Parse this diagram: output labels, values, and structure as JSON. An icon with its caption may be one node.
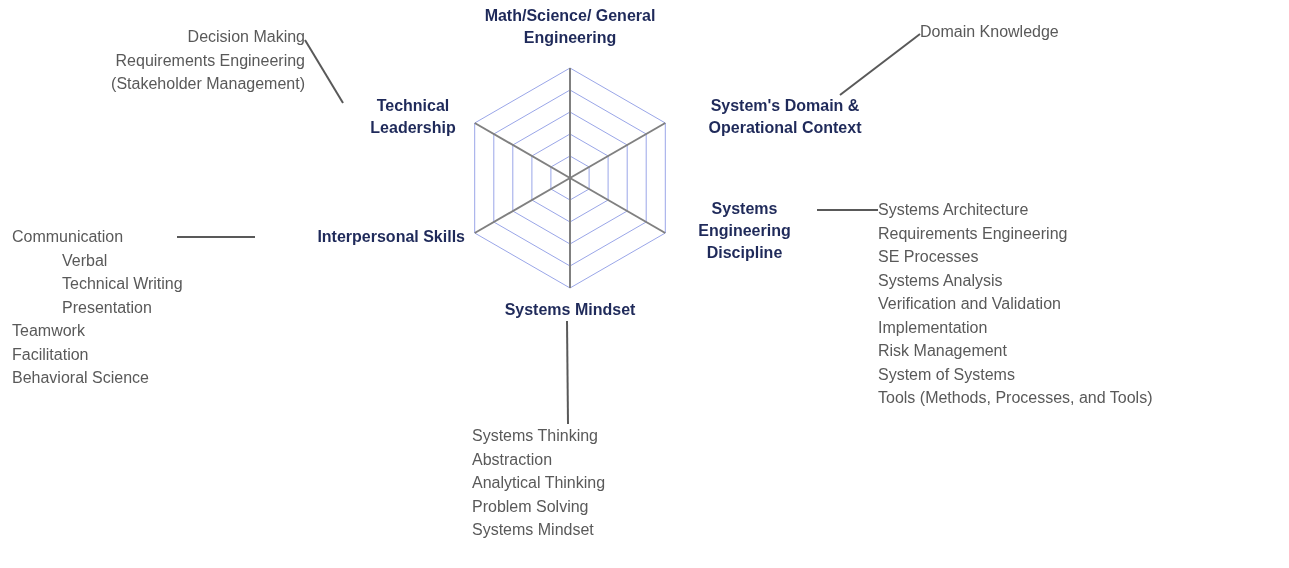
{
  "diagram": {
    "nodes": [
      {
        "text": [
          "Decision Making",
          "Requirements Engineering (Stakeholder Management)"
        ]
      },
      {
        "text": [
          "Math/Science/ General Engineering"
        ]
      },
      {
        "text": [
          "Domain Knowledge"
        ]
      },
      {
        "text": [
          "Technical Leadership"
        ]
      },
      {
        "text": [
          "System's Domain & Operational Context"
        ]
      },
      {
        "text": [
          "Communication",
          "Verbal",
          "Technical Writing",
          "Presentation",
          "Teamwork",
          "Facilitation",
          "Behavioral Science"
        ]
      },
      {
        "text": [
          "Interpersonal Skills"
        ]
      },
      {
        "text": [
          "Systems Engineering Discipline"
        ]
      },
      {
        "text": [
          "Systems Architecture",
          "Requirements Engineering",
          "SE Processes",
          "Systems Analysis",
          "Verification and Validation",
          "Implementation",
          "Risk Management",
          "System of Systems",
          "Tools (Methods, Processes, and Tools)"
        ]
      },
      {
        "text": [
          "Systems Mindset"
        ]
      },
      {
        "text": [
          "Systems Thinking",
          "Abstraction",
          "Analytical Thinking",
          "Problem Solving",
          "Systems Mindset"
        ]
      }
    ],
    "edges": [
      {
        "from": 0,
        "to": 3,
        "arrow": "none"
      },
      {
        "from": 2,
        "to": 4,
        "arrow": "none"
      },
      {
        "from": 5,
        "to": 6,
        "arrow": "none"
      },
      {
        "from": 8,
        "to": 7,
        "arrow": "none"
      },
      {
        "from": 10,
        "to": 9,
        "arrow": "none"
      }
    ]
  }
}
